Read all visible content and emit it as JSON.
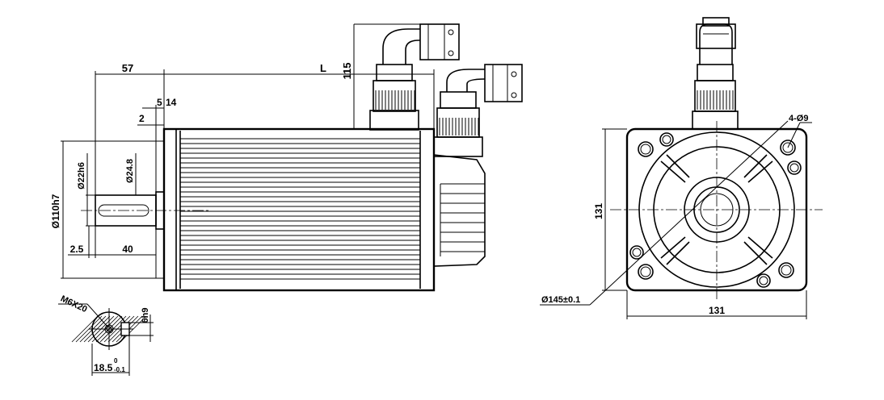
{
  "dimensions": {
    "flange_offset": "57",
    "length": "L",
    "connector_height": "115",
    "step_5": "5",
    "step_14": "14",
    "step_2": "2",
    "shaft_dia": "Ø22h6",
    "shoulder_dia": "Ø24.8",
    "pilot_dia": "Ø110h7",
    "shaft_offset": "2.5",
    "shaft_length": "40",
    "tap": "M6X20",
    "key_width": "6h9",
    "key_depth": "18.5",
    "key_depth_tol_upper": "0",
    "key_depth_tol_lower": "-0.1",
    "holes": "4-Ø9",
    "flange_height": "131",
    "flange_width": "131",
    "bolt_circle": "Ø145±0.1"
  }
}
